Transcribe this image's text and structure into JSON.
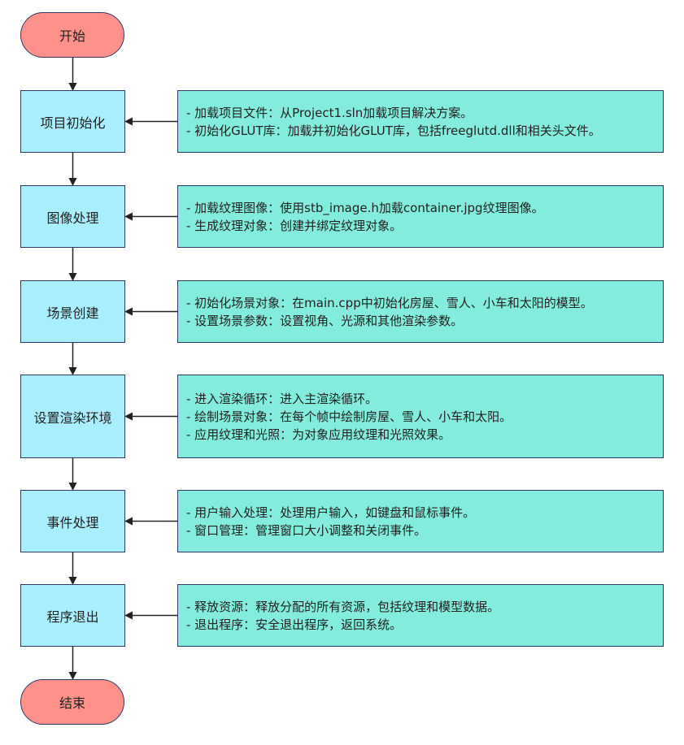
{
  "start": {
    "label": "开始"
  },
  "end": {
    "label": "结束"
  },
  "steps": [
    {
      "label": "项目初始化",
      "notes": [
        "- 加载项目文件：从Project1.sln加载项目解决方案。",
        "- 初始化GLUT库：加载并初始化GLUT库，包括freeglutd.dll和相关头文件。"
      ]
    },
    {
      "label": "图像处理",
      "notes": [
        "- 加载纹理图像：使用stb_image.h加载container.jpg纹理图像。",
        "- 生成纹理对象：创建并绑定纹理对象。"
      ]
    },
    {
      "label": "场景创建",
      "notes": [
        "- 初始化场景对象：在main.cpp中初始化房屋、雪人、小车和太阳的模型。",
        "- 设置场景参数：设置视角、光源和其他渲染参数。"
      ]
    },
    {
      "label": "设置渲染环境",
      "notes": [
        "- 进入渲染循环：进入主渲染循环。",
        "- 绘制场景对象：在每个帧中绘制房屋、雪人、小车和太阳。",
        "- 应用纹理和光照：为对象应用纹理和光照效果。"
      ]
    },
    {
      "label": "事件处理",
      "notes": [
        "- 用户输入处理：处理用户输入，如键盘和鼠标事件。",
        "- 窗口管理：管理窗口大小调整和关闭事件。"
      ]
    },
    {
      "label": "程序退出",
      "notes": [
        "- 释放资源：释放分配的所有资源，包括纹理和模型数据。",
        "- 退出程序：安全退出程序，返回系统。"
      ]
    }
  ],
  "colors": {
    "terminal_fill": "#ff918a",
    "step_fill": "#a8eefc",
    "note_fill": "#84ecdc",
    "border": "#2e3a66",
    "arrow": "#222222"
  }
}
